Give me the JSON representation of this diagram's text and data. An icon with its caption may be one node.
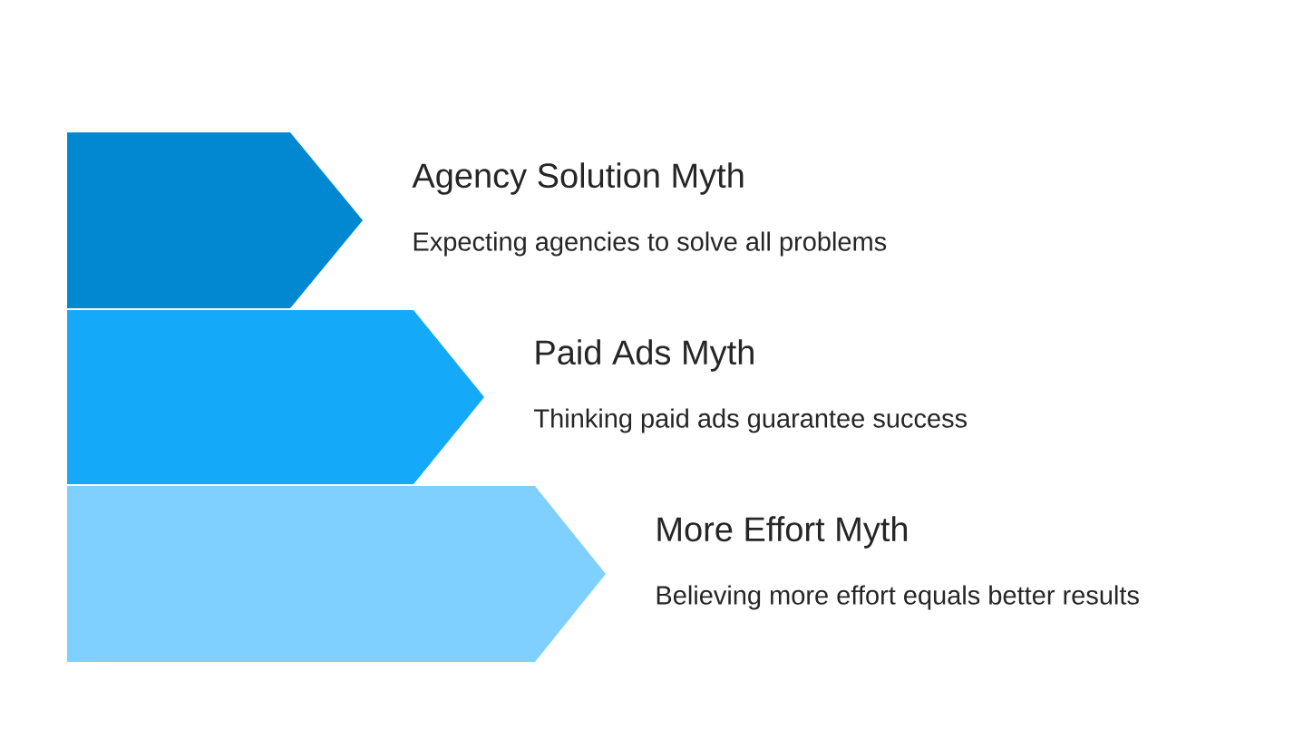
{
  "diagram": {
    "nodes": [
      {
        "text": [
          "Agency Solution Myth",
          "Expecting agencies to solve all problems"
        ]
      },
      {
        "text": [
          "Paid Ads Myth",
          "Thinking paid ads guarantee success"
        ]
      },
      {
        "text": [
          "More Effort Myth",
          "Believing more effort equals better results"
        ]
      }
    ]
  }
}
